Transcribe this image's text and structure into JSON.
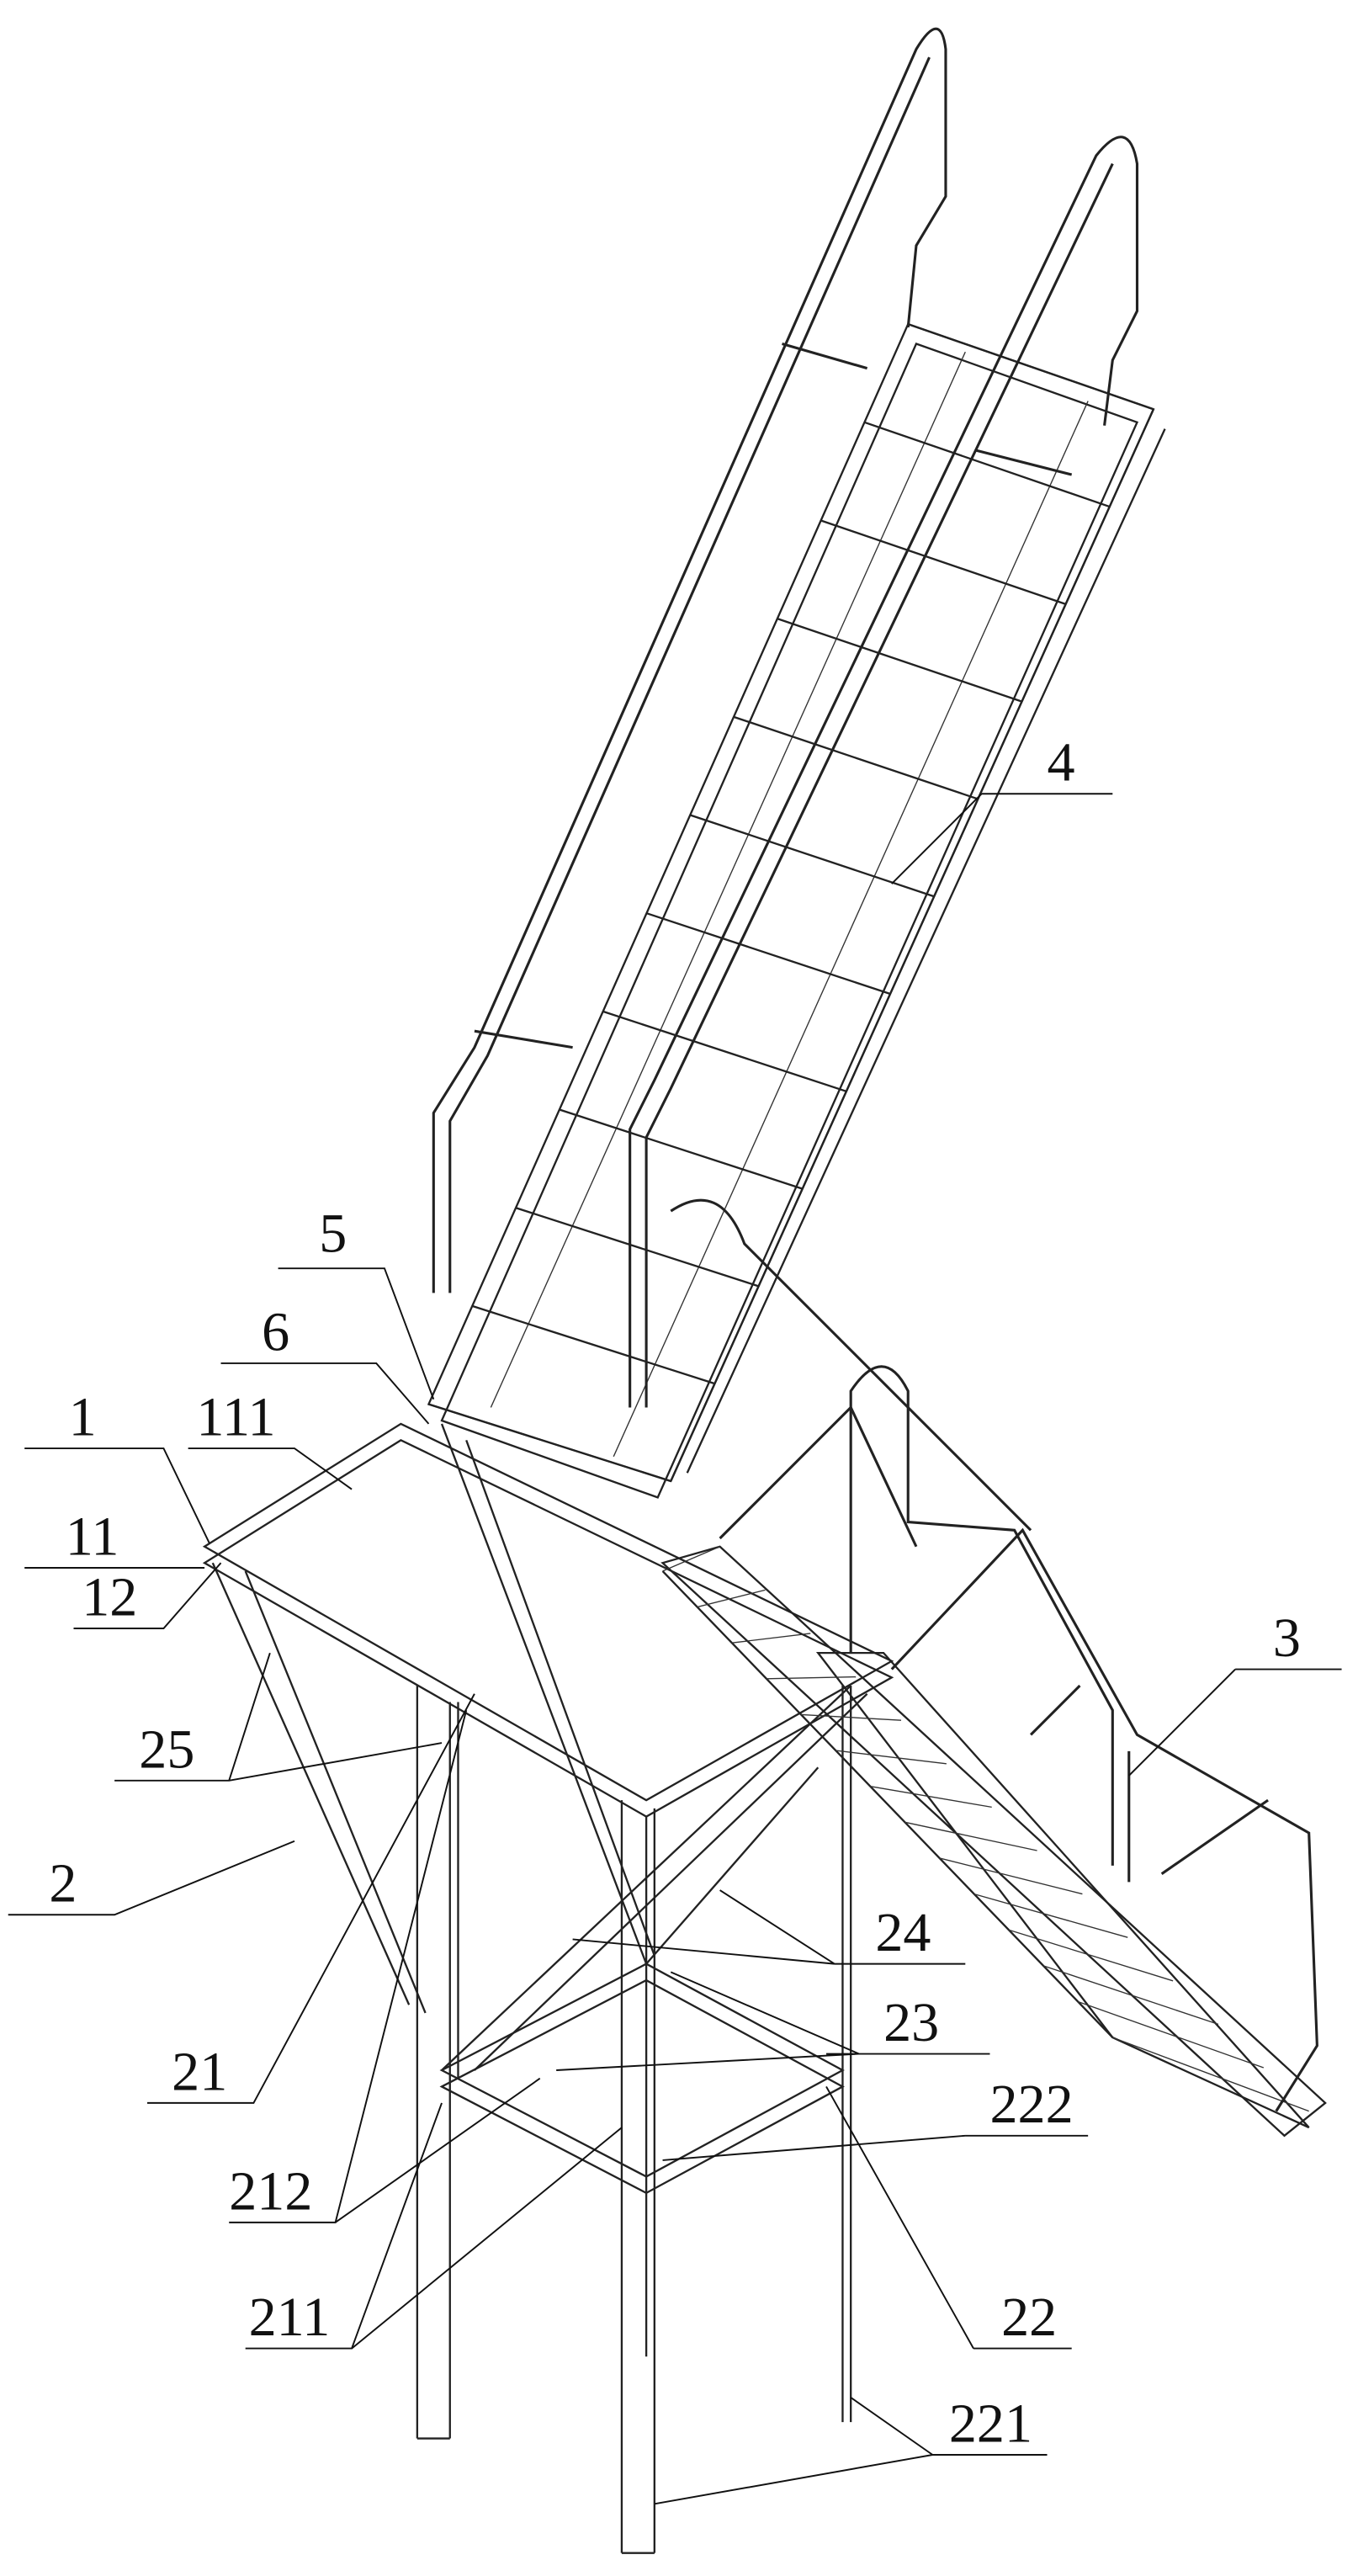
{
  "figure": {
    "labels": {
      "l5": "5",
      "l6": "6",
      "l1": "1",
      "l111": "111",
      "l11": "11",
      "l12": "12",
      "l25": "25",
      "l2": "2",
      "l21": "21",
      "l212": "212",
      "l211": "211",
      "l4": "4",
      "l3": "3",
      "l24": "24",
      "l23": "23",
      "l222": "222",
      "l22": "22",
      "l221": "221"
    }
  }
}
